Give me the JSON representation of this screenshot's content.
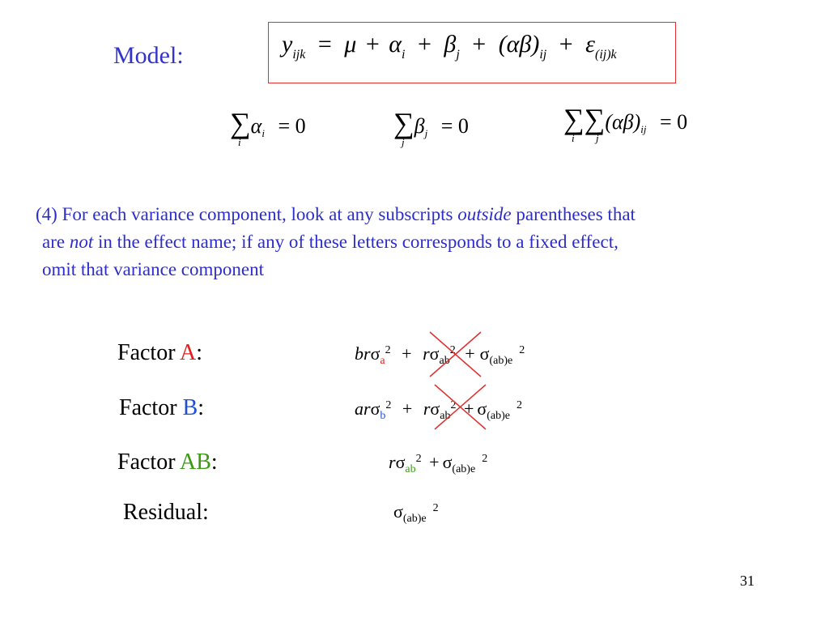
{
  "model": {
    "label": "Model:",
    "equation": {
      "y": "y",
      "y_sub": "ijk",
      "eq": "=",
      "mu": "μ",
      "plus": "+",
      "alpha": "α",
      "alpha_sub": "i",
      "beta": "β",
      "beta_sub": "j",
      "ab": "(αβ)",
      "ab_sub": "ij",
      "eps": "ε",
      "eps_sub": "(ij)k"
    }
  },
  "constraints": [
    {
      "sum": "∑",
      "index": "i",
      "term": "α",
      "term_sub": "i",
      "rhs": "= 0"
    },
    {
      "sum": "∑",
      "index": "j",
      "term": "β",
      "term_sub": "j",
      "rhs": "= 0"
    },
    {
      "sum": "∑∑",
      "index1": "i",
      "index2": "j",
      "term": "(αβ)",
      "term_sub": "ij",
      "rhs": "= 0"
    }
  ],
  "rule": {
    "line1_pre": "(4) For each variance component, look at any subscripts ",
    "line1_em": "outside",
    "line1_post": " parentheses that",
    "line2_pre": "are ",
    "line2_em": "not",
    "line2_post": " in the effect name; if any of these letters corresponds to a fixed effect,",
    "line3": "omit that variance component"
  },
  "factors": [
    {
      "name": "Factor ",
      "letter": "A",
      "colon": ":",
      "letter_color": "#e02020"
    },
    {
      "name": "Factor ",
      "letter": "B",
      "colon": ":",
      "letter_color": "#1f4fd8"
    },
    {
      "name": "Factor ",
      "letter": "AB",
      "colon": ":",
      "letter_color": "#3a9a12"
    },
    {
      "name": "Residual:",
      "letter": "",
      "colon": ""
    }
  ],
  "expressions": {
    "a": {
      "coef": "br",
      "sigma": "σ",
      "sub": "a",
      "sup": "2",
      "plus1": "+",
      "coef2": "r",
      "sub2": "ab",
      "plus2": "+",
      "sub3": "(ab)e"
    },
    "b": {
      "coef": "ar",
      "sigma": "σ",
      "sub": "b",
      "sup": "2",
      "plus1": "+",
      "coef2": "r",
      "sub2": "ab",
      "plus2": "+",
      "sub3": "(ab)e"
    },
    "ab": {
      "coef": "r",
      "sigma": "σ",
      "sub": "ab",
      "sup": "2",
      "plus": "+",
      "sub2": "(ab)e"
    },
    "res": {
      "sigma": "σ",
      "sub": "(ab)e",
      "sup": "2"
    }
  },
  "page_number": "31"
}
